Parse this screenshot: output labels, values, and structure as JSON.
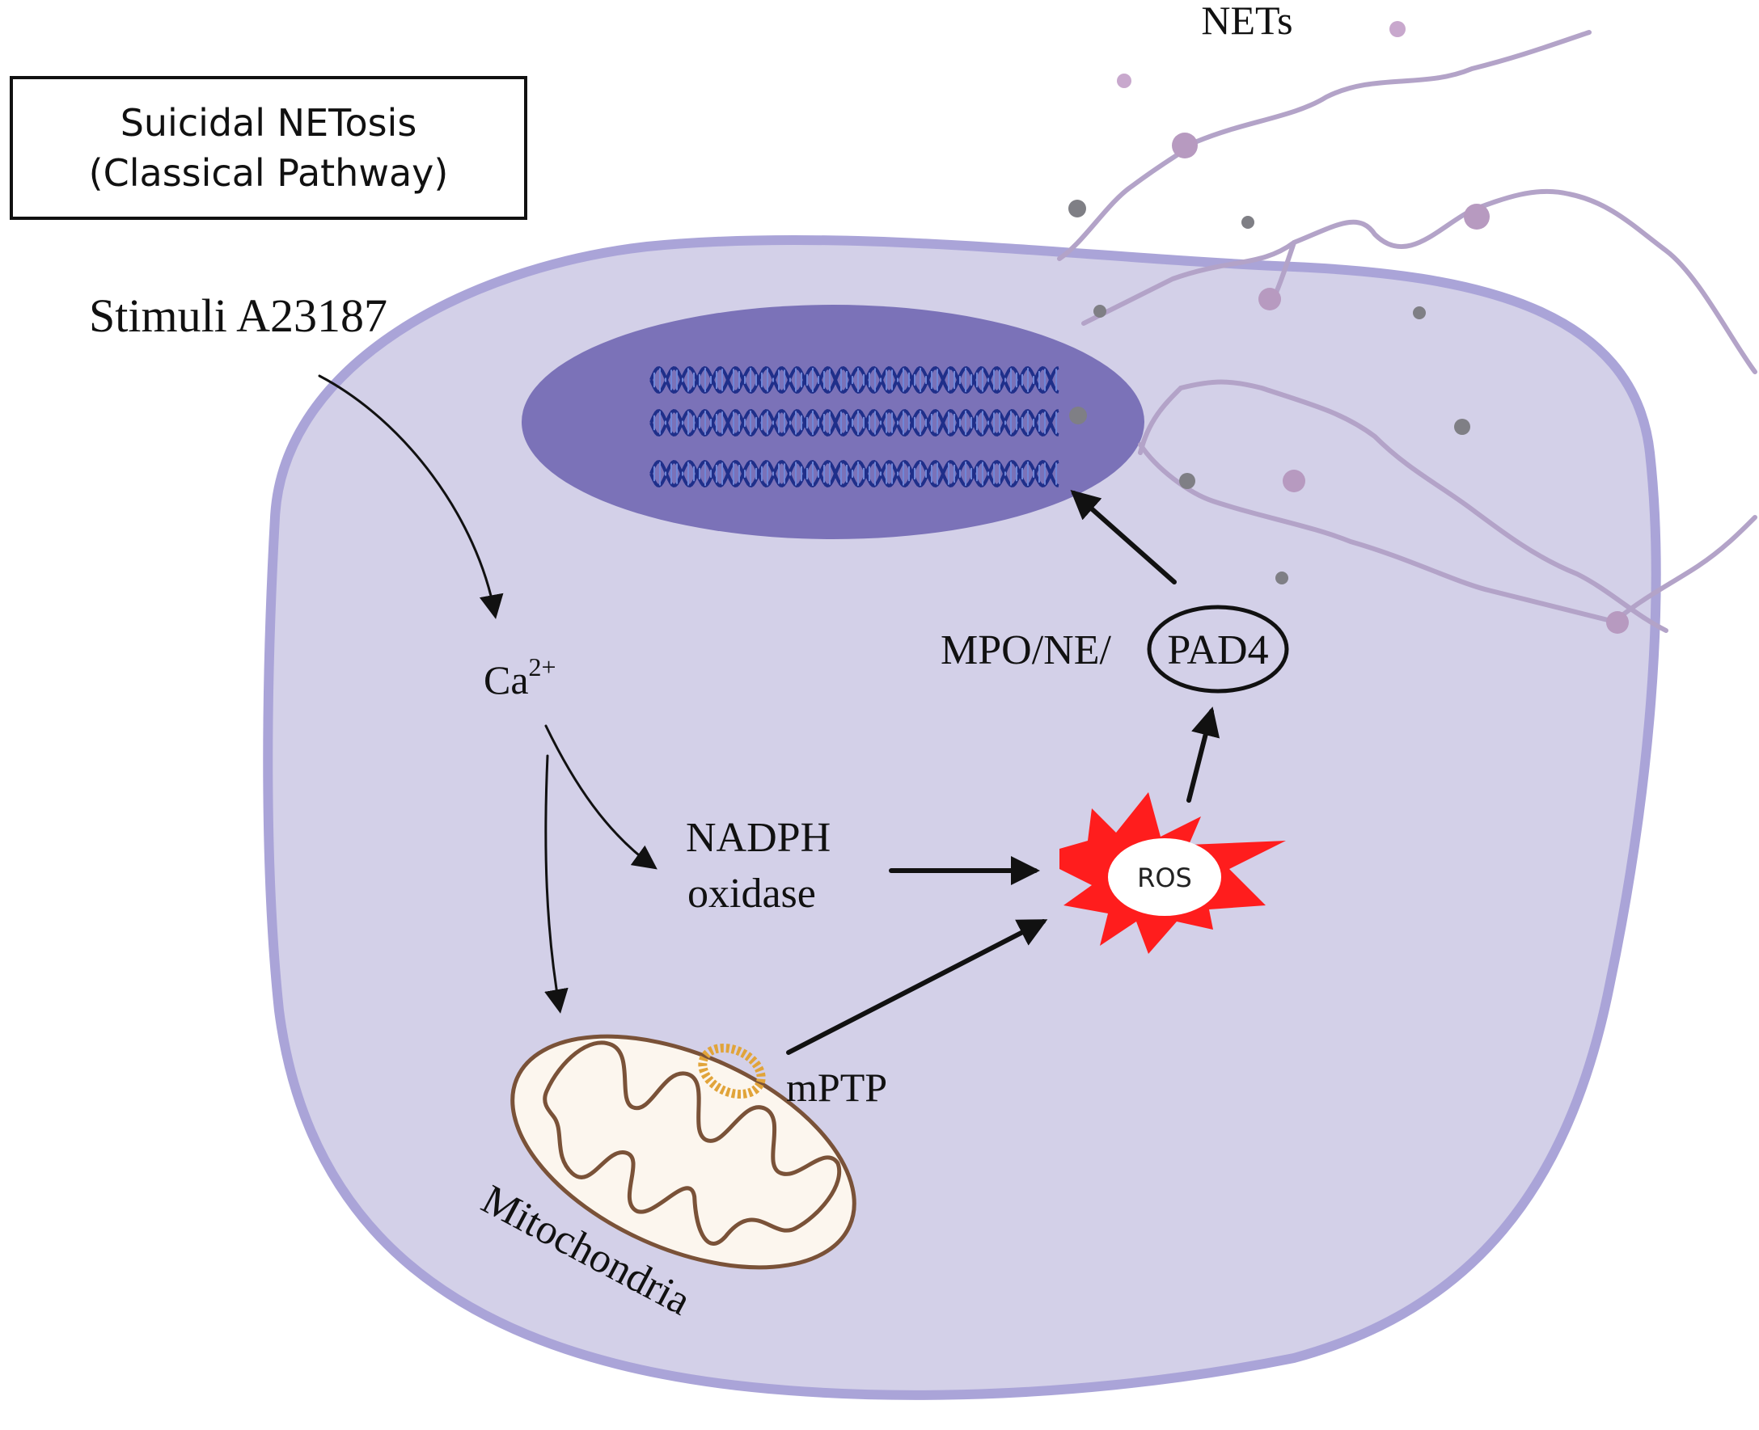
{
  "title": {
    "line1": "Suicidal NETosis",
    "line2": "(Classical Pathway)"
  },
  "labels": {
    "nets": "NETs",
    "stimuli": "Stimuli A23187",
    "calcium": "Ca",
    "calcium_charge": "2+",
    "nadph_line1": "NADPH",
    "nadph_line2": "oxidase",
    "mpo_ne": "MPO/NE/",
    "pad4": "PAD4",
    "ros": "ROS",
    "mptp": "mPTP",
    "mitochondria": "Mitochondria"
  },
  "colors": {
    "cell_fill": "#d3d0e8",
    "cell_border": "#aaa4d8",
    "nucleus_fill": "#7b72b8",
    "dna_strand": "#1f2f8a",
    "net_fiber": "#b3a3c8",
    "ros_burst": "#ff1d1d",
    "mitochondria_outline": "#7a5238",
    "mitochondria_fill": "#fcf6ee",
    "mptp_ring": "#e1a43a",
    "arrow": "#111111"
  }
}
